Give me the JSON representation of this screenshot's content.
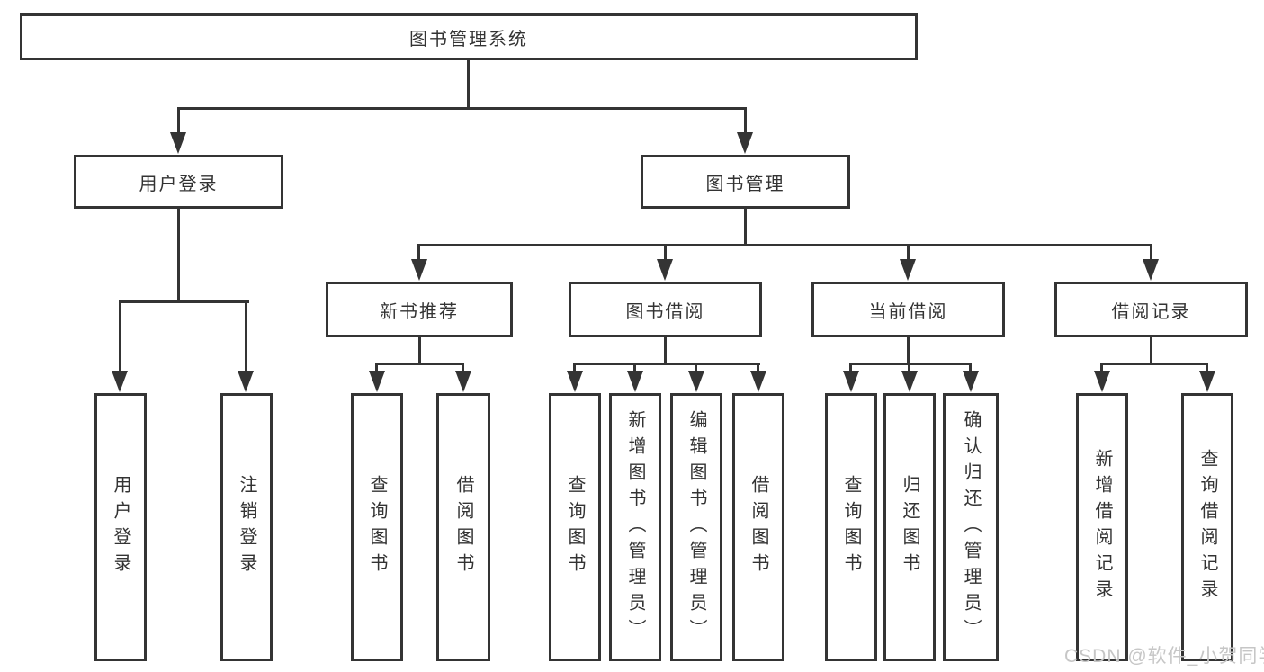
{
  "diagram": {
    "root": {
      "label": "图书管理系统"
    },
    "branches": [
      {
        "label": "用户登录",
        "children": [
          {
            "label": "用户登录"
          },
          {
            "label": "注销登录"
          }
        ]
      },
      {
        "label": "图书管理",
        "children": [
          {
            "label": "新书推荐",
            "children": [
              {
                "label": "查询图书"
              },
              {
                "label": "借阅图书"
              }
            ]
          },
          {
            "label": "图书借阅",
            "children": [
              {
                "label": "查询图书"
              },
              {
                "label": "新增图书（管理员）"
              },
              {
                "label": "编辑图书（管理员）"
              },
              {
                "label": "借阅图书"
              }
            ]
          },
          {
            "label": "当前借阅",
            "children": [
              {
                "label": "查询图书"
              },
              {
                "label": "归还图书"
              },
              {
                "label": "确认归还（管理员）"
              }
            ]
          },
          {
            "label": "借阅记录",
            "children": [
              {
                "label": "新增借阅记录"
              },
              {
                "label": "查询借阅记录"
              }
            ]
          }
        ]
      }
    ],
    "watermark": "CSDN @软件_小贺同学",
    "colors": {
      "line": "#343434",
      "text": "#333333",
      "watermark": "#c6c6c6",
      "background": "#ffffff"
    }
  }
}
